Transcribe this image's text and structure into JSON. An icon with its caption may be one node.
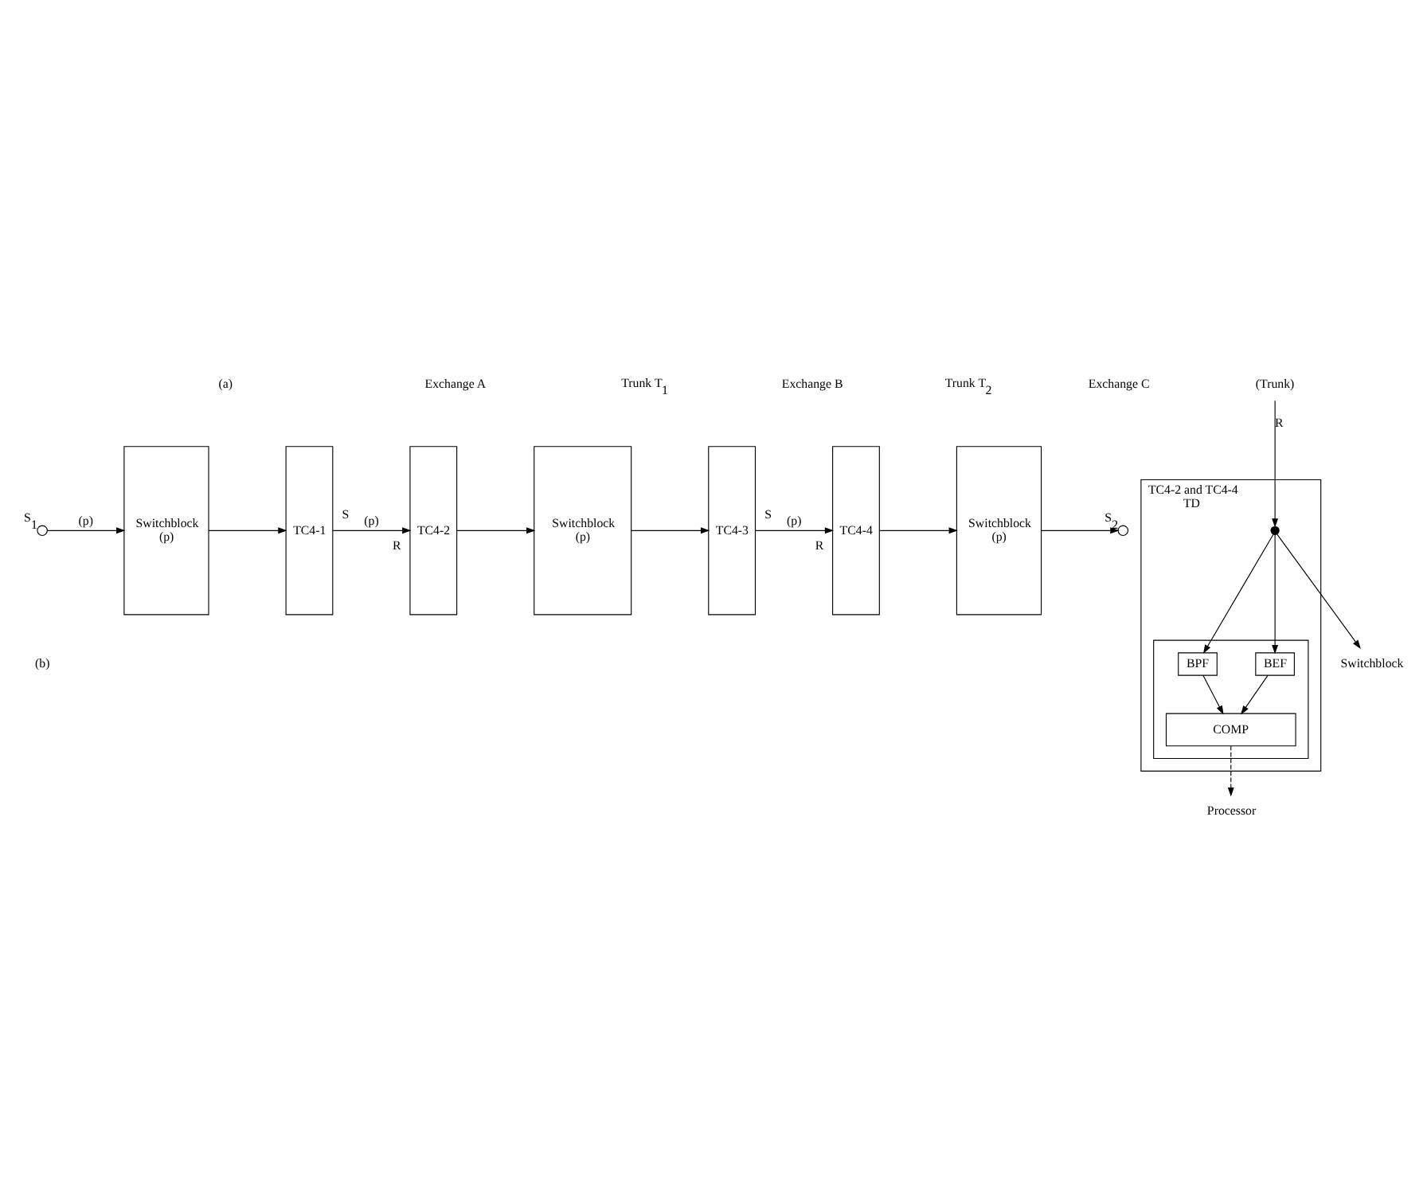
{
  "diagram": {
    "nodes": [
      {
        "text": [],
        "shape": "circle",
        "beside": [
          "S$_{1}$"
        ]
      },
      {
        "text": [
          "Switchblock"
        ]
      },
      {
        "text": [
          "TC4-1"
        ]
      },
      {
        "text": [
          "TC4-2"
        ]
      },
      {
        "text": [
          "Switchblock"
        ]
      },
      {
        "text": [
          "TC4-3"
        ]
      },
      {
        "text": [
          "TC4-4"
        ]
      },
      {
        "text": [
          "Switchblock"
        ]
      },
      {
        "text": [],
        "shape": "circle",
        "beside": [
          "S$_{2}$"
        ]
      },
      {
        "text": [
          "TC4-2 and TC4-4",
          "TD"
        ]
      },
      {
        "text": [],
        "shape": "box",
        "in": 9
      },
      {
        "text": [],
        "shape": "circle",
        "in": 9
      },
      {
        "text": [
          "BPF"
        ],
        "in": 10
      },
      {
        "text": [
          "BEF"
        ],
        "in": 10
      },
      {
        "text": [
          "COMP"
        ],
        "in": 10
      },
      {
        "text": [
          "(Trunk)"
        ]
      },
      {
        "text": [
          "Switchblock"
        ]
      },
      {
        "text": [
          "Processor"
        ]
      }
    ],
    "edges": [
      {
        "from": 0,
        "to": 1,
        "arrow": "to",
        "label": "(p)"
      },
      {
        "from": 1,
        "to": 2,
        "arrow": "to"
      },
      {
        "from": 2,
        "to": 3,
        "arrow": "to",
        "label": "(p)"
      },
      {
        "from": 3,
        "to": 4,
        "arrow": "to"
      },
      {
        "from": 4,
        "to": 5,
        "arrow": "to"
      },
      {
        "from": 5,
        "to": 6,
        "arrow": "to",
        "label": "(p)"
      },
      {
        "from": 6,
        "to": 7,
        "arrow": "to"
      },
      {
        "from": 7,
        "to": 8,
        "arrow": "to"
      },
      {
        "from": 15,
        "to": 11,
        "arrow": "to",
        "label": "R"
      },
      {
        "from": 11,
        "to": 16,
        "arrow": "to"
      },
      {
        "from": 11,
        "to": 12,
        "arrow": "to"
      },
      {
        "from": 11,
        "to": 13,
        "arrow": "to"
      },
      {
        "from": 12,
        "to": 14,
        "arrow": "to"
      },
      {
        "from": 13,
        "to": 14,
        "arrow": "to"
      },
      {
        "from": 14,
        "to": 17,
        "arrow": "to",
        "style": "dashed"
      }
    ],
    "labels": [
      "(a)",
      "Exchange A",
      "Trunk T$_{1}$",
      "Exchange B",
      "Trunk T$_{2}$",
      "Exchange C",
      "S",
      "R",
      "S",
      "R",
      "(p)",
      "(p)",
      "(p)",
      "(b)"
    ]
  }
}
